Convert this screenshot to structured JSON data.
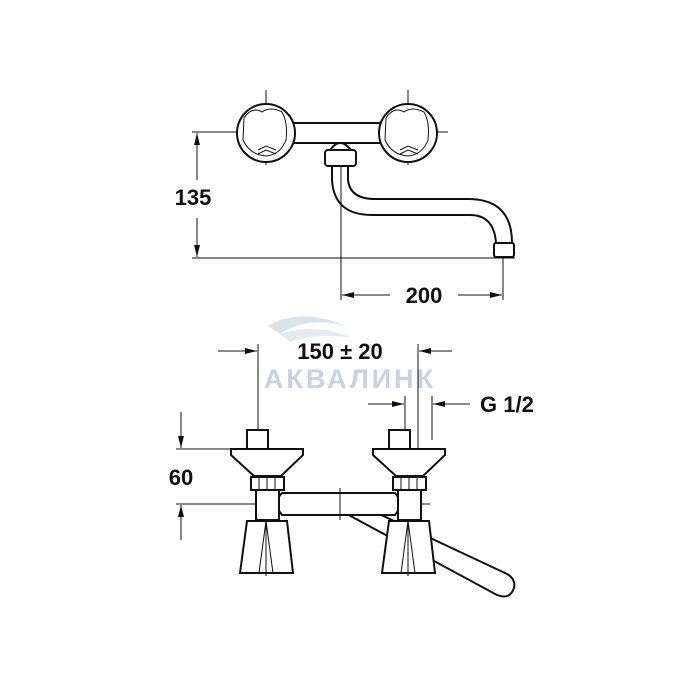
{
  "watermark": {
    "text": "АКВАЛИНК"
  },
  "top_view": {
    "height_dim": "135",
    "reach_dim": "200"
  },
  "front_view": {
    "spacing_dim": "150 ± 20",
    "thread_dim": "G 1/2",
    "height_dim": "60"
  }
}
